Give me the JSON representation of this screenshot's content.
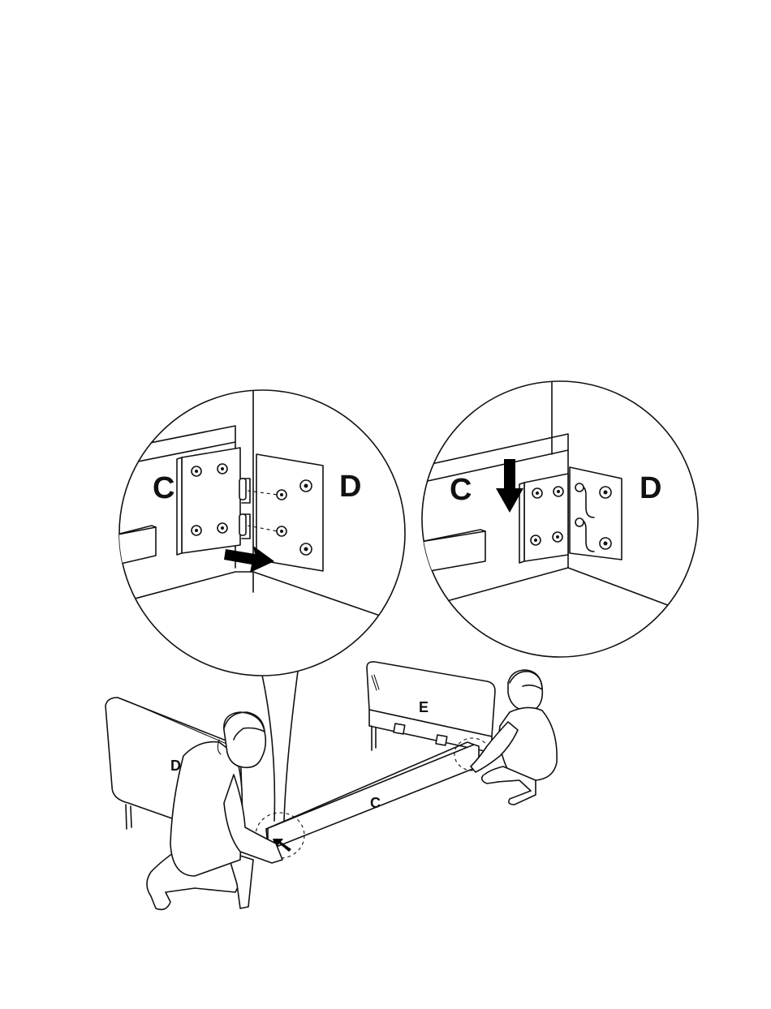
{
  "labels": {
    "left_inset_c": "C",
    "left_inset_d": "D",
    "right_inset_c": "C",
    "right_inset_d": "D",
    "scene_d": "D",
    "scene_e": "E",
    "scene_c": "C"
  },
  "colors": {
    "line": "#111111",
    "background": "#ffffff",
    "arrow": "#000000"
  }
}
